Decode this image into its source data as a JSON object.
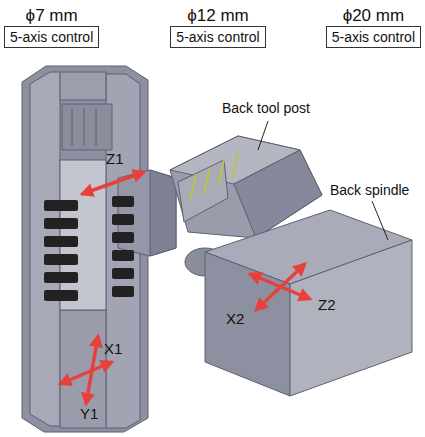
{
  "diagram": {
    "nodes": [
      {
        "text": [
          "ϕ7 mm",
          "5-axis control"
        ]
      },
      {
        "text": [
          "ϕ12 mm",
          "5-axis control"
        ]
      },
      {
        "text": [
          "ϕ20 mm",
          "5-axis control"
        ]
      }
    ],
    "labels": [
      "Back tool post",
      "Back spindle",
      "Z1",
      "X1",
      "Y1",
      "X2",
      "Z2"
    ]
  }
}
